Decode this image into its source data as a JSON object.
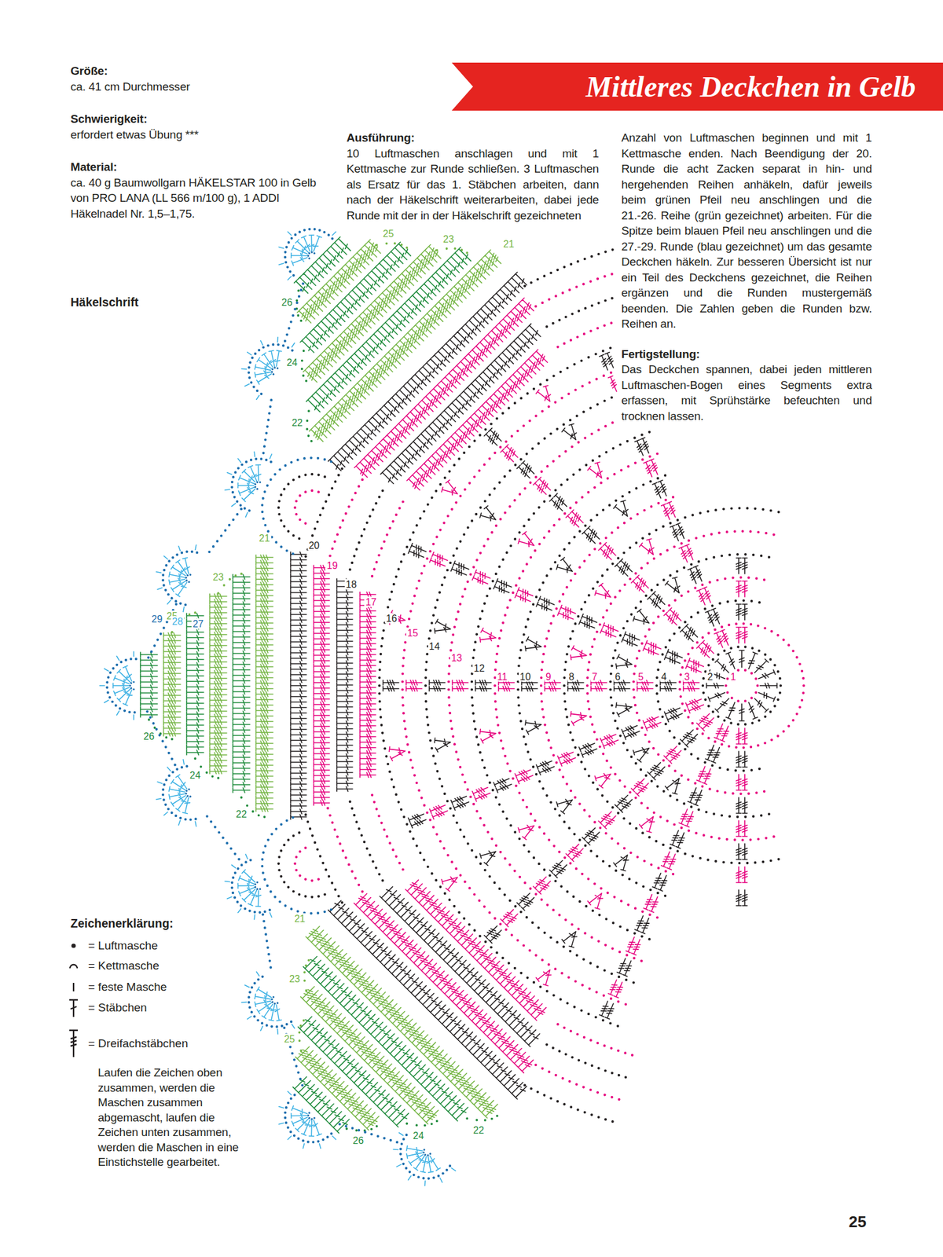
{
  "diagram": {
    "title": "Mittleres Deckchen in Gelb",
    "labels": [
      "Größe:",
      "ca. 41 cm Durchmesser",
      "Schwierigkeit:",
      "erfordert etwas Übung ***",
      "Material:",
      "ca. 40 g Baumwollgarn HÄKELSTAR 100 in Gelb von PRO LANA (LL 566 m/100 g), 1 ADDI Häkelnadel Nr. 1,5–1,75.",
      "Ausführung:",
      "10 Luftmaschen anschlagen und mit 1 Kettmasche zur Runde schließen. 3 Luftmaschen als Ersatz für das 1. Stäbchen arbeiten, dann nach der Häkelschrift weiterarbeiten, dabei jede Runde mit der in der Häkelschrift gezeichneten",
      "Anzahl von Luftmaschen beginnen und mit 1 Kettmasche enden. Nach Beendigung der 20. Runde die acht Zacken separat in hin- und hergehenden Reihen anhäkeln, dafür jeweils beim grünen Pfeil neu anschlingen und die 21.-26. Reihe (grün gezeichnet) arbeiten. Für die Spitze beim blauen Pfeil neu anschlingen und die 27.-29. Runde (blau gezeichnet) um das gesamte Deckchen häkeln. Zur besseren Übersicht ist nur ein Teil des Deckchens gezeichnet, die Reihen ergänzen und die Runden mustergemäß beenden. Die Zahlen geben die Runden bzw. Reihen an.",
      "Fertigstellung:",
      "Das Deckchen spannen, dabei jeden mittleren Luftmaschen-Bogen eines Segments extra erfassen, mit Sprühstärke befeuchten und trocknen lassen.",
      "Häkelschrift",
      "1",
      "2",
      "3",
      "4",
      "5",
      "6",
      "7",
      "8",
      "9",
      "10",
      "11",
      "12",
      "13",
      "14",
      "15",
      "16",
      "17",
      "18",
      "19",
      "20",
      "21",
      "22",
      "23",
      "24",
      "25",
      "26",
      "27",
      "28",
      "29",
      "21",
      "22",
      "23",
      "24",
      "25",
      "26",
      "21",
      "22",
      "23",
      "24",
      "25",
      "26",
      "Zeichenerklärung:",
      "Laufen die Zeichen oben zusammen, werden die Maschen zusammen abgemascht, laufen die Zeichen unten zusammen, werden die Maschen in eine Einstichstelle gearbeitet.",
      "25"
    ],
    "legend": [
      {
        "text": "= Luftmasche"
      },
      {
        "text": "= Kettmasche"
      },
      {
        "text": "= feste Masche"
      },
      {
        "text": "= Stäbchen"
      },
      {
        "text": "= Dreifachstäbchen"
      }
    ]
  }
}
